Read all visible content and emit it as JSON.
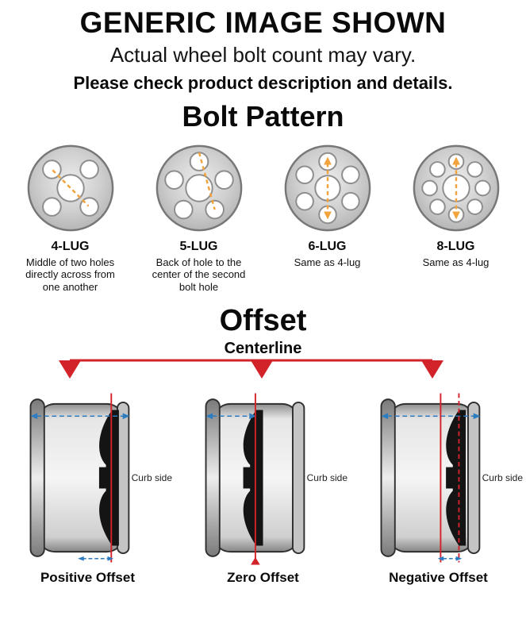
{
  "header": {
    "title": "GENERIC IMAGE SHOWN",
    "subtitle": "Actual wheel bolt count may vary.",
    "note": "Please check product description and details."
  },
  "bolt_pattern": {
    "heading": "Bolt Pattern",
    "items": [
      {
        "label": "4-LUG",
        "description": "Middle of two holes directly across from one another"
      },
      {
        "label": "5-LUG",
        "description": "Back of hole to the center of the second bolt hole"
      },
      {
        "label": "6-LUG",
        "description": "Same as 4-lug"
      },
      {
        "label": "8-LUG",
        "description": "Same as 4-lug"
      }
    ]
  },
  "offset": {
    "heading": "Offset",
    "centerline_label": "Centerline",
    "curb_side_label": "Curb side",
    "items": [
      {
        "label": "Positive Offset"
      },
      {
        "label": "Zero Offset"
      },
      {
        "label": "Negative Offset"
      }
    ]
  },
  "colors": {
    "accent_red": "#d2232a",
    "measure_orange": "#f2a33c",
    "measure_blue": "#2e7cc0"
  }
}
